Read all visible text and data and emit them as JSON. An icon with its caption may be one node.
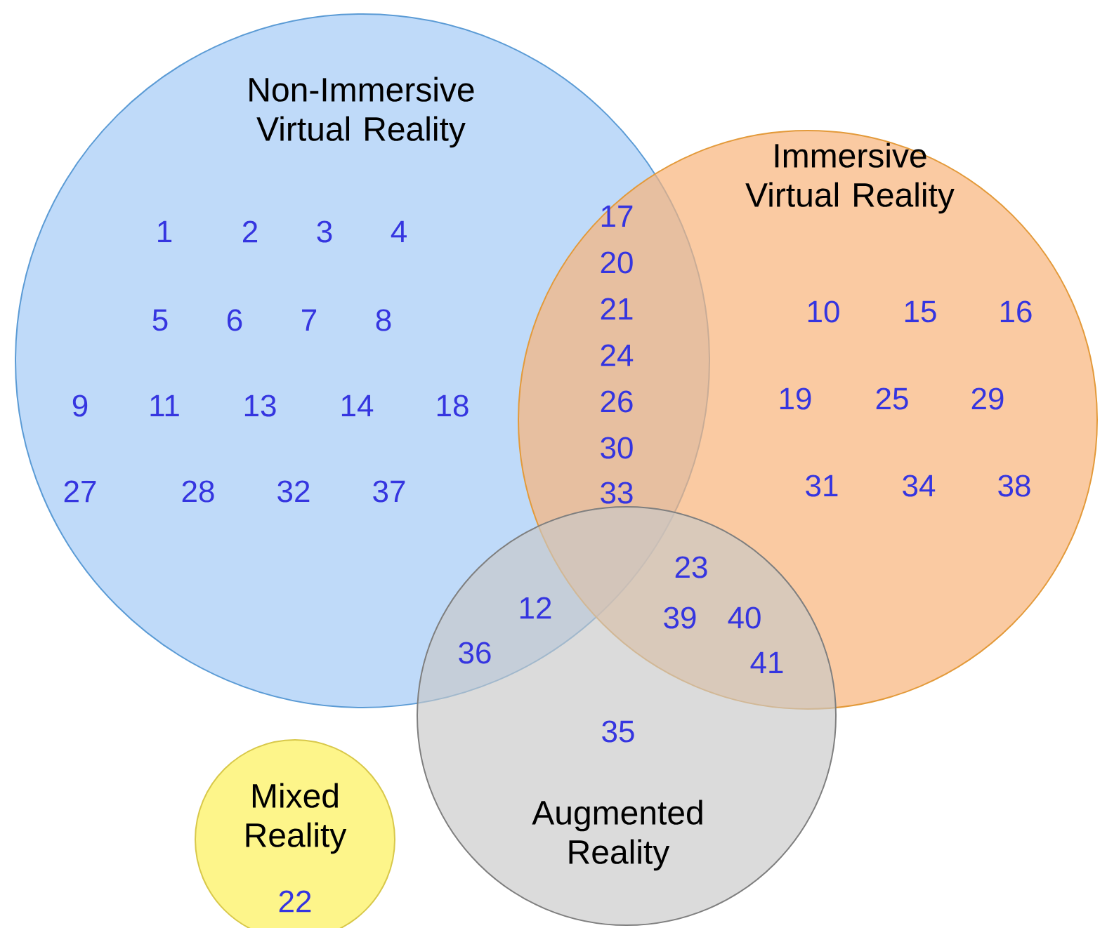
{
  "diagram": {
    "nodes": [
      {
        "text": [
          "Non-Immersive Virtual Reality"
        ]
      },
      {
        "text": [
          "Immersive Virtual Reality"
        ]
      },
      {
        "text": [
          "Augmented Reality"
        ]
      },
      {
        "text": [
          "Mixed Reality"
        ]
      }
    ],
    "labels": [
      "1",
      "2",
      "3",
      "4",
      "17",
      "20",
      "5",
      "6",
      "7",
      "8",
      "21",
      "10",
      "15",
      "16",
      "24",
      "9",
      "11",
      "13",
      "14",
      "18",
      "26",
      "19",
      "25",
      "29",
      "30",
      "27",
      "28",
      "32",
      "37",
      "33",
      "31",
      "34",
      "38",
      "23",
      "12",
      "39",
      "40",
      "36",
      "41",
      "35",
      "22"
    ]
  }
}
